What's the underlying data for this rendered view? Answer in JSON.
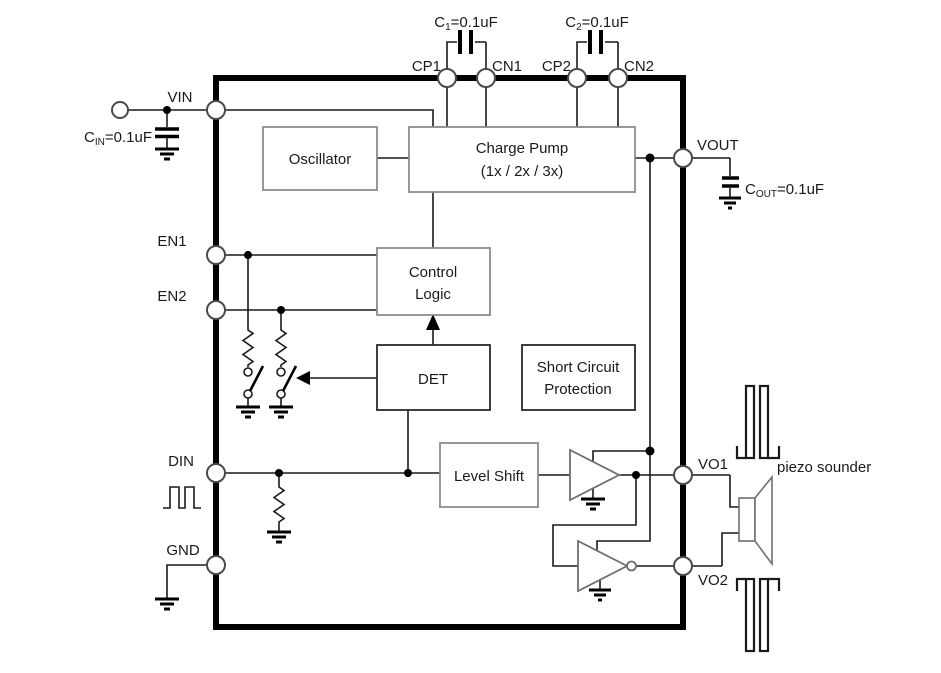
{
  "diagram": {
    "title_hint": "piezo sounder driver block diagram",
    "pins": {
      "vin": "VIN",
      "en1": "EN1",
      "en2": "EN2",
      "din": "DIN",
      "gnd": "GND",
      "vout": "VOUT",
      "vo1": "VO1",
      "vo2": "VO2",
      "cp1": "CP1",
      "cn1": "CN1",
      "cp2": "CP2",
      "cn2": "CN2"
    },
    "blocks": {
      "oscillator": "Oscillator",
      "charge_pump_line1": "Charge Pump",
      "charge_pump_line2": "(1x / 2x / 3x)",
      "control_logic_line1": "Control",
      "control_logic_line2": "Logic",
      "det": "DET",
      "scp_line1": "Short Circuit",
      "scp_line2": "Protection",
      "level_shift": "Level Shift"
    },
    "capacitors": {
      "c1": {
        "base": "C",
        "sub": "1",
        "rest": "=0.1uF"
      },
      "c2": {
        "base": "C",
        "sub": "2",
        "rest": "=0.1uF"
      },
      "cin": {
        "base": "C",
        "sub": "IN",
        "rest": "=0.1uF"
      },
      "cout": {
        "base": "C",
        "sub": "OUT",
        "rest": "=0.1uF"
      }
    },
    "annotations": {
      "piezo_sounder": "piezo sounder"
    },
    "colors": {
      "wire": "#1a1a1a",
      "ic_border": "#000000",
      "block_border_gray": "#8c8c8c",
      "block_border_dark": "#2a2a2a",
      "background": "#ffffff"
    }
  }
}
